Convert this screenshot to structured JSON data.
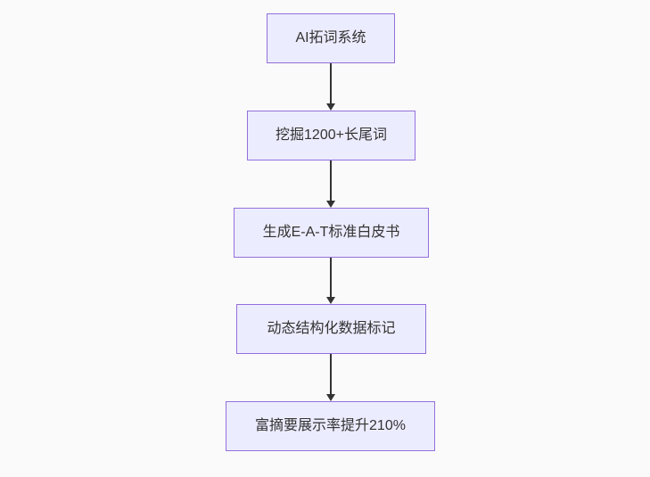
{
  "diagram": {
    "type": "flowchart",
    "direction": "top-down",
    "nodes": [
      {
        "id": "n1",
        "label": "AI拓词系统"
      },
      {
        "id": "n2",
        "label": "挖掘1200+长尾词"
      },
      {
        "id": "n3",
        "label": "生成E-A-T标准白皮书"
      },
      {
        "id": "n4",
        "label": "动态结构化数据标记"
      },
      {
        "id": "n5",
        "label": "富摘要展示率提升210%"
      }
    ],
    "edges": [
      {
        "from": "n1",
        "to": "n2",
        "style": "arrow-down"
      },
      {
        "from": "n2",
        "to": "n3",
        "style": "arrow-down"
      },
      {
        "from": "n3",
        "to": "n4",
        "style": "arrow-down"
      },
      {
        "from": "n4",
        "to": "n5",
        "style": "arrow-down"
      }
    ],
    "colors": {
      "background": "#fafafa",
      "node_fill": "#ECECFF",
      "node_border": "#9370DB",
      "text": "#333333",
      "arrow": "#333333"
    }
  }
}
